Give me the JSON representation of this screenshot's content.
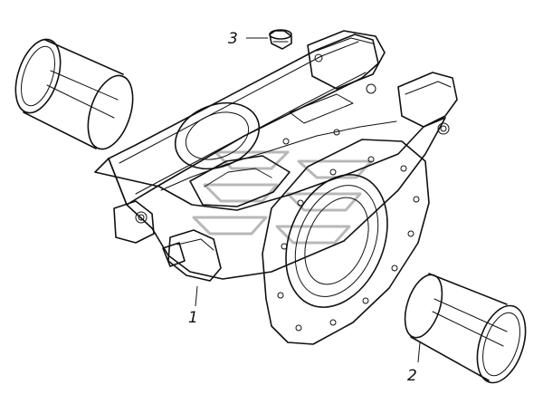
{
  "callouts": {
    "part1": "1",
    "part2": "2",
    "part3": "3"
  },
  "colors": {
    "line": "#111111",
    "watermark": "#b8b8b8",
    "background": "#ffffff"
  }
}
